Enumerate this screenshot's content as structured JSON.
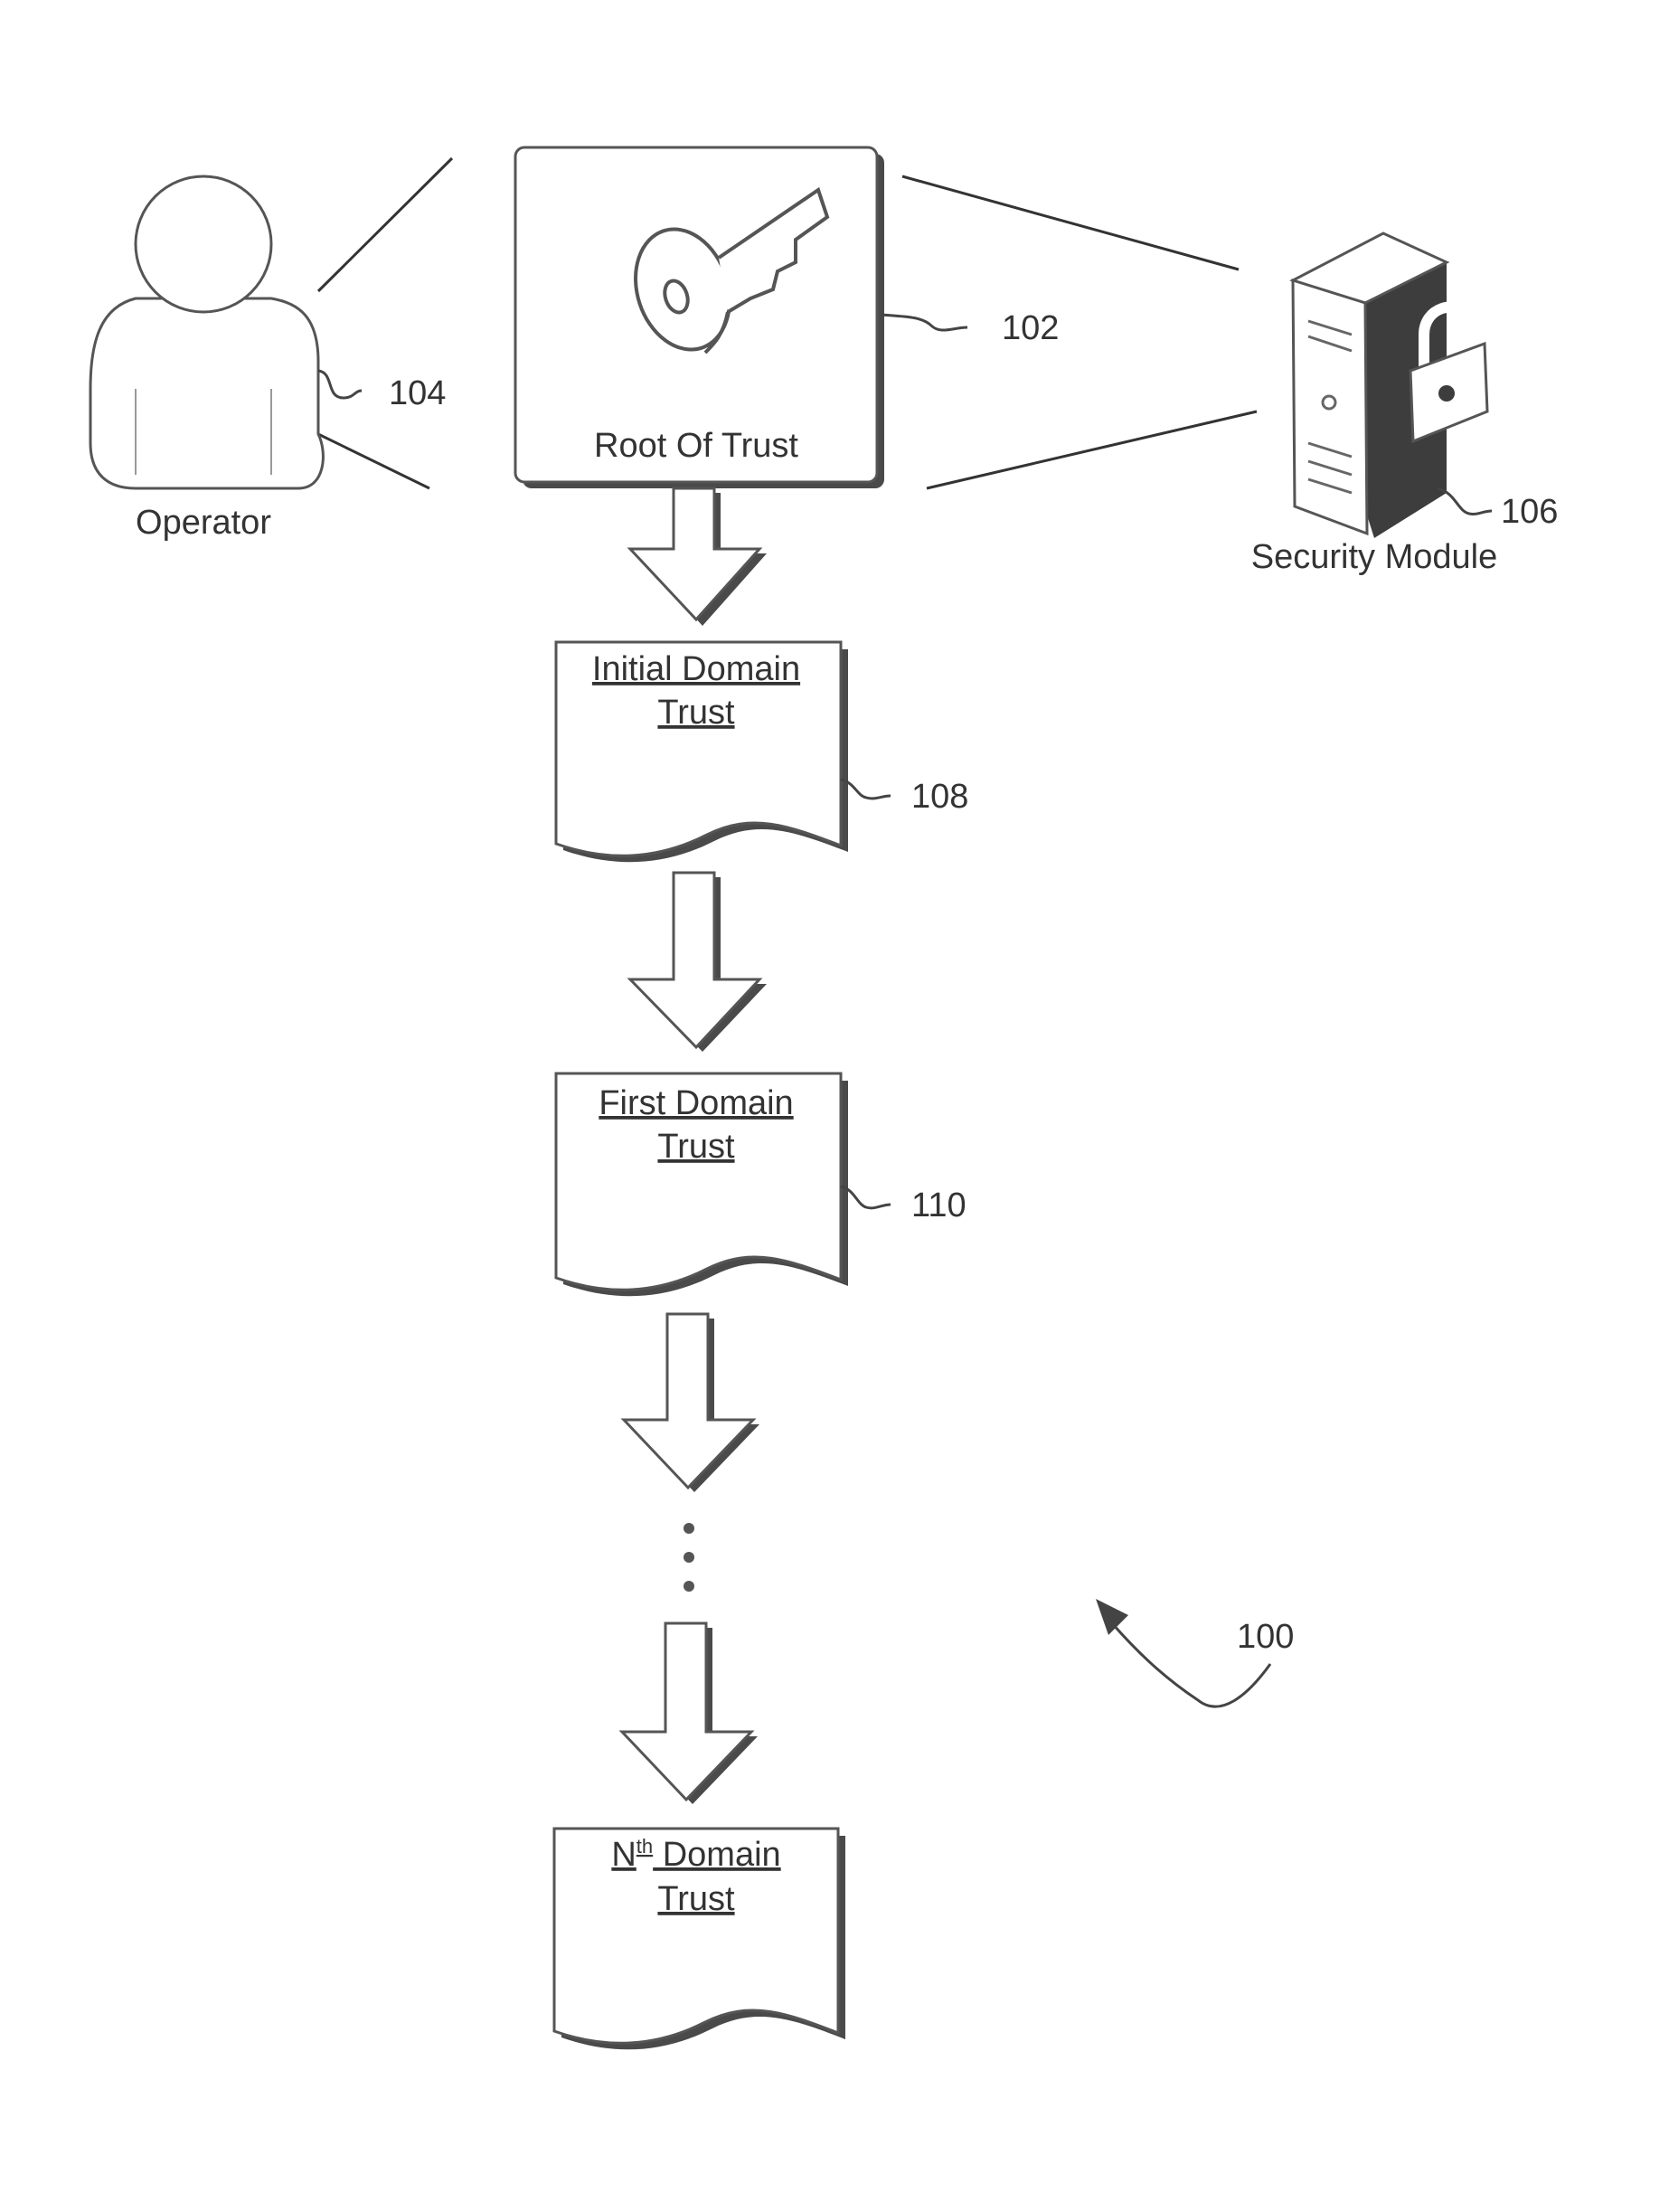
{
  "nodes": {
    "root_of_trust": {
      "label": "Root Of Trust",
      "ref": "102"
    },
    "operator": {
      "label": "Operator",
      "ref": "104"
    },
    "security_module": {
      "label": "Security Module",
      "ref": "106"
    },
    "initial_domain": {
      "label_line1": "Initial Domain",
      "label_line2": "Trust",
      "ref": "108"
    },
    "first_domain": {
      "label_line1": "First Domain",
      "label_line2": "Trust",
      "ref": "110"
    },
    "nth_domain": {
      "label_prefix": "N",
      "label_sup": "th",
      "label_rest": " Domain",
      "label_line2": "Trust"
    }
  },
  "figure_ref": "100",
  "icons": [
    "person-icon",
    "key-icon",
    "server-icon",
    "padlock-icon",
    "down-arrow-icon",
    "ellipsis-dots",
    "curved-arrow-icon"
  ]
}
